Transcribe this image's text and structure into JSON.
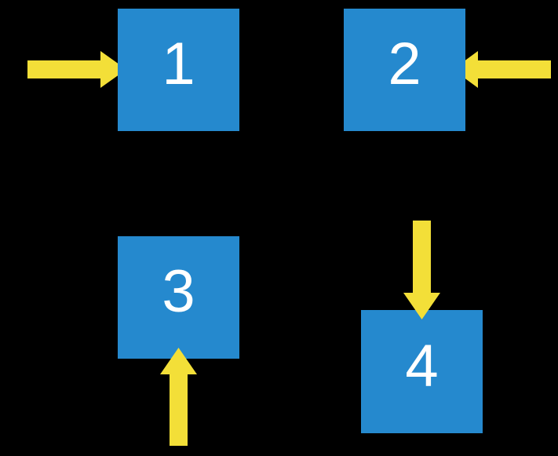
{
  "diagram": {
    "title": "numbered-boxes-with-arrows",
    "background_color": "#000000",
    "box_color": "#2589CE",
    "arrow_color": "#F3DF38",
    "label_color": "#FFFFFF",
    "boxes": [
      {
        "label": "1",
        "arrow_direction": "right",
        "arrow_enters_from": "left side"
      },
      {
        "label": "2",
        "arrow_direction": "left",
        "arrow_enters_from": "right side"
      },
      {
        "label": "3",
        "arrow_direction": "up",
        "arrow_enters_from": "bottom side"
      },
      {
        "label": "4",
        "arrow_direction": "down",
        "arrow_enters_from": "top side"
      }
    ]
  }
}
